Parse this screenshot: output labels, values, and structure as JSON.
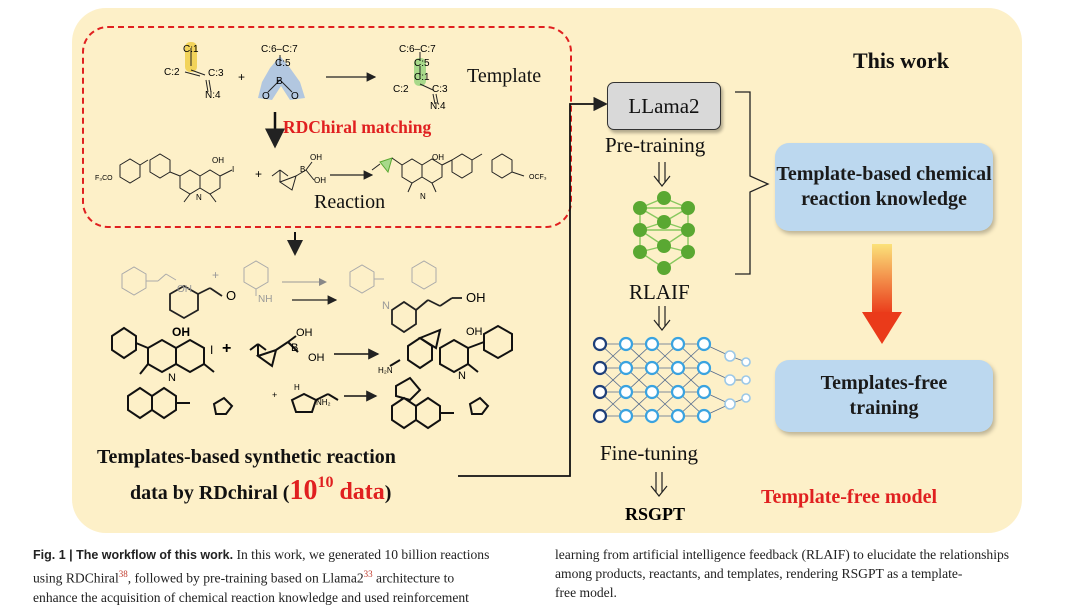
{
  "figure": {
    "this_work": "This work",
    "template_label": "Template",
    "rdchiral_matching": "RDChiral matching",
    "reaction_label": "Reaction",
    "llama": "LLama2",
    "pretraining": "Pre-training",
    "rlaif": "RLAIF",
    "finetuning": "Fine-tuning",
    "rsgpt": "RSGPT",
    "knowledge_box": "Template-based chemical reaction knowledge",
    "free_training_box": "Templates-free training",
    "template_free_model": "Template-free model",
    "synthetic_line1": "Templates-based synthetic reaction",
    "synthetic_line2_pre": "data by RDchiral (",
    "synthetic_big": "10",
    "synthetic_exp": "10",
    "synthetic_data": " data",
    "synthetic_close": ")"
  },
  "atoms": {
    "c2": "C:2",
    "c1": "C:1",
    "c3": "C:3",
    "n4": "N:4",
    "c6c7": "C:6–C:7",
    "c5": "C:5",
    "b": "B",
    "o": "O",
    "oh": "OH",
    "f3co": "F₃CO",
    "ocf3": "OCF₃",
    "i": "I",
    "n": "N",
    "nh": "NH",
    "h2n": "H₂N",
    "nh2": "NH₂",
    "h": "H",
    "plus": "+"
  },
  "caption": {
    "fig_label": "Fig. 1 | The workflow of this work.",
    "left_text_1": " In this work, we generated 10 billion reactions",
    "left_text_2a": "using RDChiral",
    "ref38": "38",
    "left_text_2b": ", followed by pre-training based on Llama2",
    "ref33": "33",
    "left_text_2c": " architecture to",
    "left_text_3": "enhance the acquisition of chemical reaction knowledge and used reinforcement",
    "right_text_1": "learning from artificial intelligence feedback (RLAIF) to elucidate the relationships",
    "right_text_2": "among products, reactants, and templates, rendering RSGPT as a template-",
    "right_text_3": "free model."
  },
  "colors": {
    "panel": "#fdf0c8",
    "dashed_border": "#e02020",
    "red_text": "#e02020",
    "blue_box": "#bcd8ef",
    "yellow_highlight": "#f2d35a",
    "blue_highlight": "#9fbde6",
    "green_highlight": "#a8d98a",
    "node_green": "#5aa832",
    "net_blue": "#2a6fdb"
  }
}
